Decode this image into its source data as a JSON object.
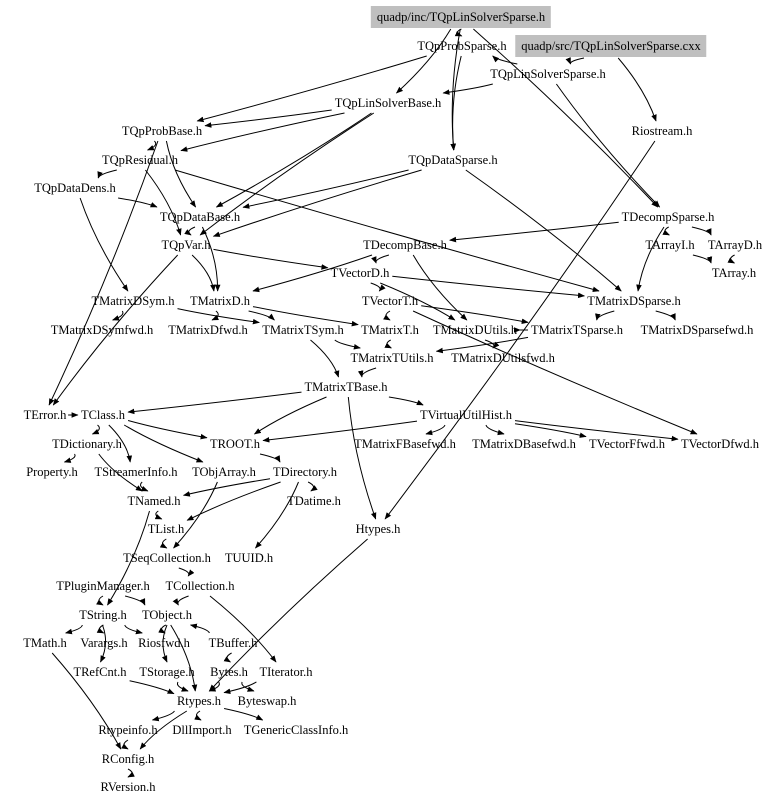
{
  "graph": {
    "type": "include-dependency-graph",
    "root_colors": {
      "highlight": "#bfbfbf",
      "edge": "#000000",
      "text": "#000000"
    },
    "nodes": [
      {
        "id": "root_h",
        "label": "quadp/inc/TQpLinSolverSparse.h",
        "root": true
      },
      {
        "id": "root_cxx",
        "label": "quadp/src/TQpLinSolverSparse.cxx",
        "root": true
      },
      {
        "id": "TQpProbSparse",
        "label": "TQpProbSparse.h"
      },
      {
        "id": "TQpLinSolverSparse",
        "label": "TQpLinSolverSparse.h"
      },
      {
        "id": "TQpLinSolverBase",
        "label": "TQpLinSolverBase.h"
      },
      {
        "id": "TQpProbBase",
        "label": "TQpProbBase.h"
      },
      {
        "id": "Riostream",
        "label": "Riostream.h"
      },
      {
        "id": "TQpResidual",
        "label": "TQpResidual.h"
      },
      {
        "id": "TQpDataSparse",
        "label": "TQpDataSparse.h"
      },
      {
        "id": "TQpDataDens",
        "label": "TQpDataDens.h"
      },
      {
        "id": "TQpDataBase",
        "label": "TQpDataBase.h"
      },
      {
        "id": "TDecompSparse",
        "label": "TDecompSparse.h"
      },
      {
        "id": "TQpVar",
        "label": "TQpVar.h"
      },
      {
        "id": "TDecompBase",
        "label": "TDecompBase.h"
      },
      {
        "id": "TArrayI",
        "label": "TArrayI.h"
      },
      {
        "id": "TArrayD",
        "label": "TArrayD.h"
      },
      {
        "id": "TVectorD",
        "label": "TVectorD.h"
      },
      {
        "id": "TArray",
        "label": "TArray.h"
      },
      {
        "id": "TVectorT",
        "label": "TVectorT.h"
      },
      {
        "id": "TMatrixDSym",
        "label": "TMatrixDSym.h"
      },
      {
        "id": "TMatrixD",
        "label": "TMatrixD.h"
      },
      {
        "id": "TMatrixDSparse",
        "label": "TMatrixDSparse.h"
      },
      {
        "id": "TMatrixDSymfwd",
        "label": "TMatrixDSymfwd.h"
      },
      {
        "id": "TMatrixDfwd",
        "label": "TMatrixDfwd.h"
      },
      {
        "id": "TMatrixTSym",
        "label": "TMatrixTSym.h"
      },
      {
        "id": "TMatrixT",
        "label": "TMatrixT.h"
      },
      {
        "id": "TMatrixDUtils",
        "label": "TMatrixDUtils.h"
      },
      {
        "id": "TMatrixTSparse",
        "label": "TMatrixTSparse.h"
      },
      {
        "id": "TMatrixDSparsefwd",
        "label": "TMatrixDSparsefwd.h"
      },
      {
        "id": "TMatrixTUtils",
        "label": "TMatrixTUtils.h"
      },
      {
        "id": "TMatrixDUtilsfwd",
        "label": "TMatrixDUtilsfwd.h"
      },
      {
        "id": "TMatrixTBase",
        "label": "TMatrixTBase.h"
      },
      {
        "id": "TVirtualUtilHist",
        "label": "TVirtualUtilHist.h"
      },
      {
        "id": "TError",
        "label": "TError.h"
      },
      {
        "id": "TClass",
        "label": "TClass.h"
      },
      {
        "id": "TDictionary",
        "label": "TDictionary.h"
      },
      {
        "id": "TROOT",
        "label": "TROOT.h"
      },
      {
        "id": "TMatrixFBasefwd",
        "label": "TMatrixFBasefwd.h"
      },
      {
        "id": "TMatrixDBasefwd",
        "label": "TMatrixDBasefwd.h"
      },
      {
        "id": "TVectorFfwd",
        "label": "TVectorFfwd.h"
      },
      {
        "id": "TVectorDfwd",
        "label": "TVectorDfwd.h"
      },
      {
        "id": "Property",
        "label": "Property.h"
      },
      {
        "id": "TStreamerInfo",
        "label": "TStreamerInfo.h"
      },
      {
        "id": "TObjArray",
        "label": "TObjArray.h"
      },
      {
        "id": "TDirectory",
        "label": "TDirectory.h"
      },
      {
        "id": "TNamed",
        "label": "TNamed.h"
      },
      {
        "id": "TDatime",
        "label": "TDatime.h"
      },
      {
        "id": "Htypes",
        "label": "Htypes.h"
      },
      {
        "id": "TList",
        "label": "TList.h"
      },
      {
        "id": "TSeqCollection",
        "label": "TSeqCollection.h"
      },
      {
        "id": "TUUID",
        "label": "TUUID.h"
      },
      {
        "id": "TPluginManager",
        "label": "TPluginManager.h"
      },
      {
        "id": "TCollection",
        "label": "TCollection.h"
      },
      {
        "id": "TString",
        "label": "TString.h"
      },
      {
        "id": "TObject",
        "label": "TObject.h"
      },
      {
        "id": "TMath",
        "label": "TMath.h"
      },
      {
        "id": "Varargs",
        "label": "Varargs.h"
      },
      {
        "id": "Riosfwd",
        "label": "Riosfwd.h"
      },
      {
        "id": "TBuffer",
        "label": "TBuffer.h"
      },
      {
        "id": "TRefCnt",
        "label": "TRefCnt.h"
      },
      {
        "id": "TStorage",
        "label": "TStorage.h"
      },
      {
        "id": "Bytes",
        "label": "Bytes.h"
      },
      {
        "id": "TIterator",
        "label": "TIterator.h"
      },
      {
        "id": "Rtypes",
        "label": "Rtypes.h"
      },
      {
        "id": "Byteswap",
        "label": "Byteswap.h"
      },
      {
        "id": "Rtypeinfo",
        "label": "Rtypeinfo.h"
      },
      {
        "id": "DllImport",
        "label": "DllImport.h"
      },
      {
        "id": "TGenericClassInfo",
        "label": "TGenericClassInfo.h"
      },
      {
        "id": "RConfig",
        "label": "RConfig.h"
      },
      {
        "id": "RVersion",
        "label": "RVersion.h"
      }
    ],
    "edges": [
      [
        "root_cxx",
        "TQpLinSolverSparse"
      ],
      [
        "root_cxx",
        "Riostream"
      ],
      [
        "root_h",
        "TQpProbSparse"
      ],
      [
        "root_h",
        "TQpLinSolverBase"
      ],
      [
        "root_h",
        "TQpDataSparse"
      ],
      [
        "root_h",
        "TDecompSparse"
      ],
      [
        "TQpLinSolverSparse",
        "TQpProbSparse"
      ],
      [
        "TQpLinSolverSparse",
        "TQpLinSolverBase"
      ],
      [
        "TQpLinSolverSparse",
        "TDecompSparse"
      ],
      [
        "TQpProbSparse",
        "TQpProbBase"
      ],
      [
        "TQpProbSparse",
        "TQpDataSparse"
      ],
      [
        "TQpLinSolverBase",
        "TQpProbBase"
      ],
      [
        "TQpLinSolverBase",
        "TQpResidual"
      ],
      [
        "TQpLinSolverBase",
        "TQpDataBase"
      ],
      [
        "TQpLinSolverBase",
        "TQpVar"
      ],
      [
        "TQpProbBase",
        "TQpResidual"
      ],
      [
        "TQpProbBase",
        "TQpDataBase"
      ],
      [
        "TQpProbBase",
        "TError"
      ],
      [
        "TQpResidual",
        "TQpDataDens"
      ],
      [
        "TQpResidual",
        "TQpVar"
      ],
      [
        "TQpResidual",
        "TMatrixDSparse"
      ],
      [
        "TQpDataDens",
        "TQpDataBase"
      ],
      [
        "TQpDataDens",
        "TMatrixDSym"
      ],
      [
        "TQpDataSparse",
        "TQpDataBase"
      ],
      [
        "TQpDataSparse",
        "TQpVar"
      ],
      [
        "TQpDataSparse",
        "TMatrixDSparse"
      ],
      [
        "TQpDataBase",
        "TQpVar"
      ],
      [
        "TQpDataBase",
        "TMatrixD"
      ],
      [
        "TQpVar",
        "TVectorD"
      ],
      [
        "TQpVar",
        "TMatrixD"
      ],
      [
        "TQpVar",
        "TError"
      ],
      [
        "TDecompSparse",
        "TDecompBase"
      ],
      [
        "TDecompSparse",
        "TArrayI"
      ],
      [
        "TDecompSparse",
        "TArrayD"
      ],
      [
        "TDecompSparse",
        "TMatrixDSparse"
      ],
      [
        "TArrayI",
        "TArray"
      ],
      [
        "TArrayD",
        "TArray"
      ],
      [
        "Riostream",
        "Htypes"
      ],
      [
        "TDecompBase",
        "TVectorD"
      ],
      [
        "TDecompBase",
        "TMatrixD"
      ],
      [
        "TDecompBase",
        "TMatrixDUtils"
      ],
      [
        "TVectorD",
        "TVectorT"
      ],
      [
        "TVectorD",
        "TMatrixDSparse"
      ],
      [
        "TVectorD",
        "TMatrixDUtils"
      ],
      [
        "TVectorT",
        "TMatrixT"
      ],
      [
        "TVectorT",
        "TMatrixTSparse"
      ],
      [
        "TVectorT",
        "TVectorDfwd"
      ],
      [
        "TMatrixDSym",
        "TMatrixDSymfwd"
      ],
      [
        "TMatrixDSym",
        "TMatrixTSym"
      ],
      [
        "TMatrixD",
        "TMatrixDfwd"
      ],
      [
        "TMatrixD",
        "TMatrixT"
      ],
      [
        "TMatrixD",
        "TMatrixTSym"
      ],
      [
        "TMatrixDSparse",
        "TMatrixTSparse"
      ],
      [
        "TMatrixDSparse",
        "TMatrixDSparsefwd"
      ],
      [
        "TMatrixTSym",
        "TMatrixTUtils"
      ],
      [
        "TMatrixTSym",
        "TMatrixTBase"
      ],
      [
        "TMatrixT",
        "TMatrixTUtils"
      ],
      [
        "TMatrixTSparse",
        "TMatrixTUtils"
      ],
      [
        "TMatrixTSparse",
        "TMatrixDUtils"
      ],
      [
        "TMatrixDUtils",
        "TMatrixDUtilsfwd"
      ],
      [
        "TMatrixTUtils",
        "TMatrixTBase"
      ],
      [
        "TMatrixTBase",
        "TVirtualUtilHist"
      ],
      [
        "TMatrixTBase",
        "TROOT"
      ],
      [
        "TMatrixTBase",
        "TClass"
      ],
      [
        "TMatrixTBase",
        "Htypes"
      ],
      [
        "TVirtualUtilHist",
        "TMatrixFBasefwd"
      ],
      [
        "TVirtualUtilHist",
        "TMatrixDBasefwd"
      ],
      [
        "TVirtualUtilHist",
        "TVectorFfwd"
      ],
      [
        "TVirtualUtilHist",
        "TVectorDfwd"
      ],
      [
        "TVirtualUtilHist",
        "TROOT"
      ],
      [
        "TError",
        "TClass"
      ],
      [
        "TClass",
        "TDictionary"
      ],
      [
        "TClass",
        "TROOT"
      ],
      [
        "TClass",
        "TStreamerInfo"
      ],
      [
        "TClass",
        "TObjArray"
      ],
      [
        "TDictionary",
        "Property"
      ],
      [
        "TDictionary",
        "TNamed"
      ],
      [
        "TROOT",
        "TDirectory"
      ],
      [
        "TDirectory",
        "TNamed"
      ],
      [
        "TDirectory",
        "TDatime"
      ],
      [
        "TDirectory",
        "TList"
      ],
      [
        "TDirectory",
        "TUUID"
      ],
      [
        "TStreamerInfo",
        "TNamed"
      ],
      [
        "TObjArray",
        "TSeqCollection"
      ],
      [
        "TNamed",
        "TList"
      ],
      [
        "TNamed",
        "TString"
      ],
      [
        "TList",
        "TSeqCollection"
      ],
      [
        "TSeqCollection",
        "TCollection"
      ],
      [
        "TPluginManager",
        "TString"
      ],
      [
        "TPluginManager",
        "TObject"
      ],
      [
        "TCollection",
        "TObject"
      ],
      [
        "TCollection",
        "TIterator"
      ],
      [
        "TString",
        "Varargs"
      ],
      [
        "TString",
        "TRefCnt"
      ],
      [
        "TString",
        "Riosfwd"
      ],
      [
        "TString",
        "TMath"
      ],
      [
        "TObject",
        "Riosfwd"
      ],
      [
        "TObject",
        "Rtypes"
      ],
      [
        "TObject",
        "TStorage"
      ],
      [
        "TBuffer",
        "TObject"
      ],
      [
        "TBuffer",
        "Bytes"
      ],
      [
        "TRefCnt",
        "Rtypes"
      ],
      [
        "TStorage",
        "Rtypes"
      ],
      [
        "Bytes",
        "Rtypes"
      ],
      [
        "Bytes",
        "Byteswap"
      ],
      [
        "TIterator",
        "Rtypes"
      ],
      [
        "Htypes",
        "Rtypes"
      ],
      [
        "Rtypes",
        "Rtypeinfo"
      ],
      [
        "Rtypes",
        "DllImport"
      ],
      [
        "Rtypes",
        "TGenericClassInfo"
      ],
      [
        "Rtypes",
        "RConfig"
      ],
      [
        "TMath",
        "RConfig"
      ],
      [
        "Rtypeinfo",
        "RConfig"
      ],
      [
        "RConfig",
        "RVersion"
      ]
    ]
  }
}
